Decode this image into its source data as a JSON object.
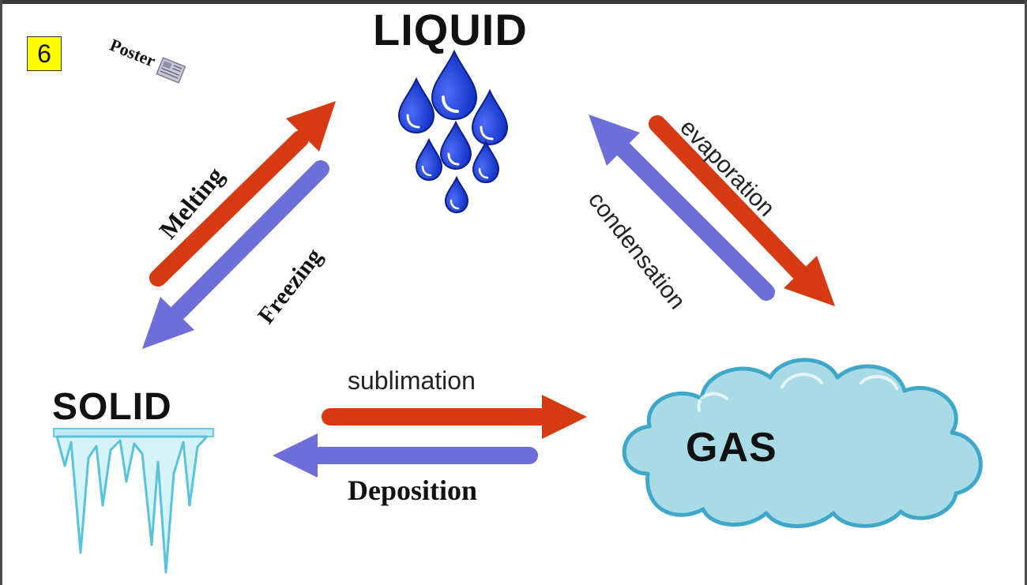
{
  "slide": {
    "number": "6"
  },
  "poster": {
    "label": "Poster",
    "icon": "newspaper-icon"
  },
  "states": {
    "liquid": "LIQUID",
    "solid": "SOLID",
    "gas": "GAS"
  },
  "processes": {
    "melting": "Melting",
    "freezing": "Freezing",
    "evaporation": "evaporation",
    "condensation": "condensation",
    "sublimation": "sublimation",
    "deposition": "Deposition"
  },
  "colors": {
    "heating_arrow": "#d63a12",
    "cooling_arrow": "#6e6ed8",
    "water_drop": "#1f3fd6",
    "ice": "#aee3ef",
    "cloud": "#a8dbe6",
    "badge": "#ffff00"
  }
}
